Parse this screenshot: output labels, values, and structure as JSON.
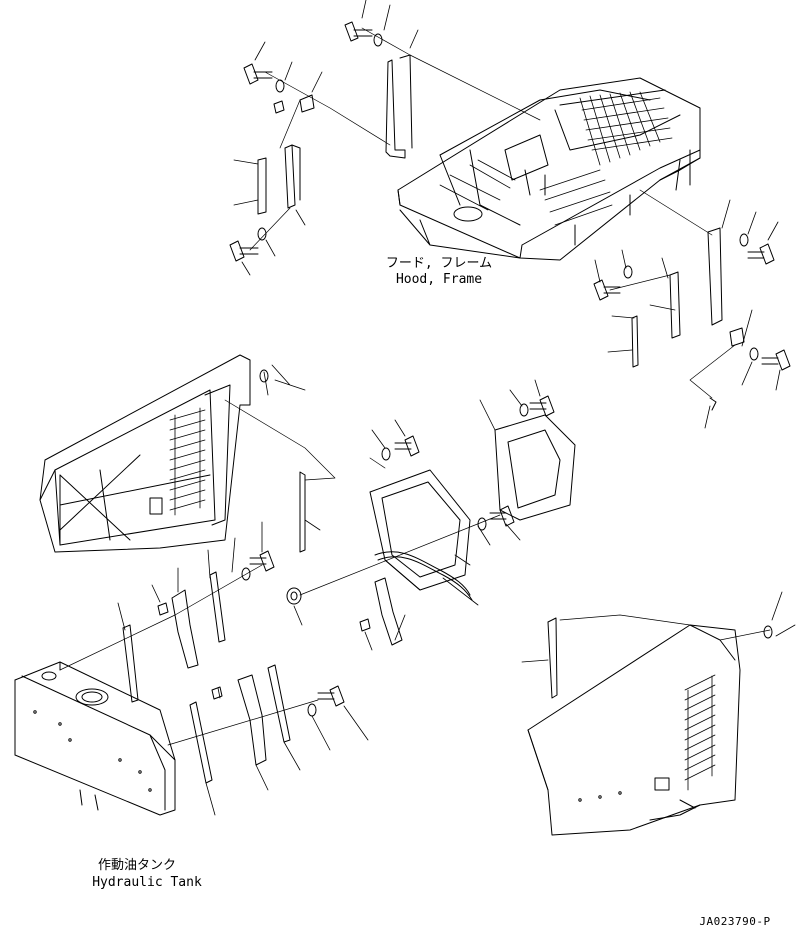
{
  "labels": {
    "hood_frame_jp": "フード, フレーム",
    "hood_frame_en": "Hood, Frame",
    "hydraulic_tank_jp": "作動油タンク",
    "hydraulic_tank_en": "Hydraulic Tank",
    "drawing_code": "JA023790-P"
  },
  "colors": {
    "line": "#000000",
    "background": "#ffffff"
  },
  "parts": [
    "hood-frame-assembly",
    "left-side-cover",
    "right-side-cover",
    "hydraulic-tank",
    "bracket",
    "bolt",
    "washer",
    "nut",
    "clip",
    "rubber-seal",
    "stay-rod",
    "cover-plate"
  ]
}
